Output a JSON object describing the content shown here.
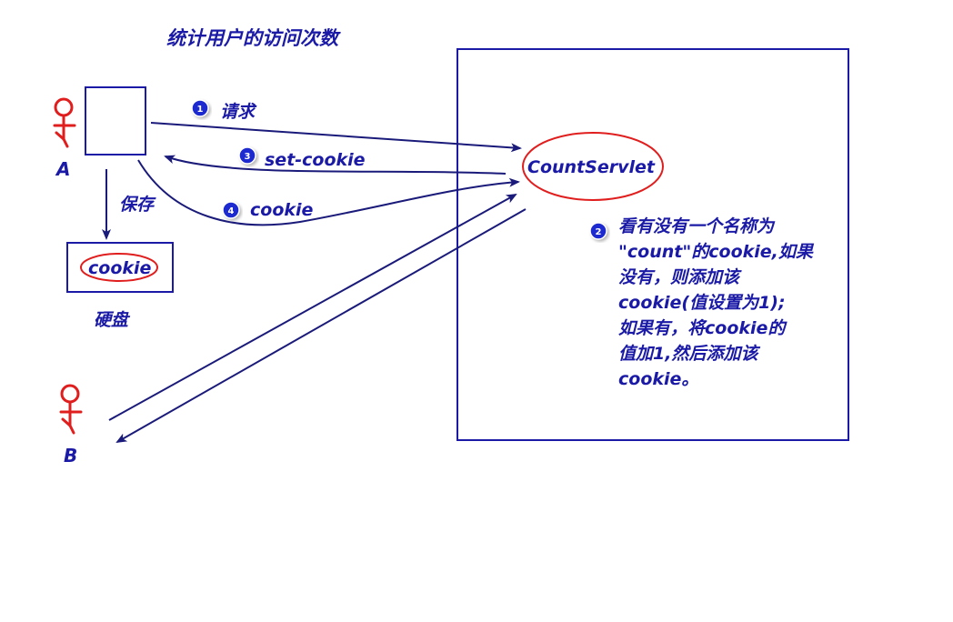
{
  "title": "统计用户的访问次数",
  "user_a_label": "A",
  "user_b_label": "B",
  "save_label": "保存",
  "cookie_label": "cookie",
  "disk_label": "硬盘",
  "servlet_label": "CountServlet",
  "steps": [
    {
      "num": "1",
      "label": "请求"
    },
    {
      "num": "2",
      "label": ""
    },
    {
      "num": "3",
      "label": "set-cookie"
    },
    {
      "num": "4",
      "label": "cookie"
    }
  ],
  "note_lines": [
    "看有没有一个名称为",
    "\"count\"的cookie,如果",
    "没有，则添加该",
    "cookie(值设置为1);",
    "如果有，将cookie的",
    "值加1,然后添加该",
    "cookie。"
  ],
  "colors": {
    "ink": "#1a1aa6",
    "arrow": "#1a1a7a",
    "red": "#e01e1e",
    "badge": "#1e2ad0"
  }
}
